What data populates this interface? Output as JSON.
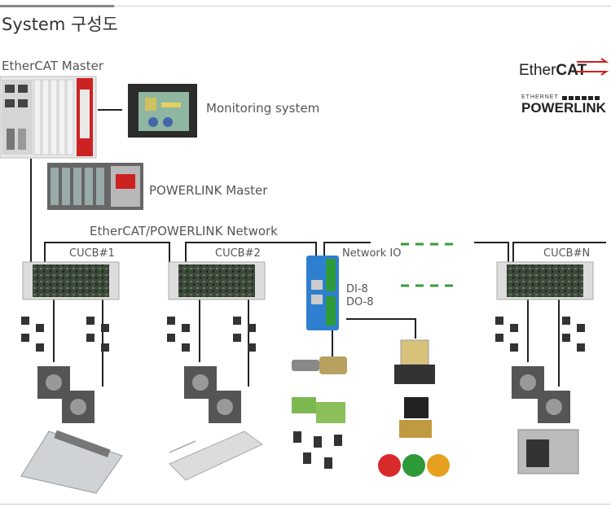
{
  "title": "System 구성도",
  "ethercat_master_label": "EtherCAT Master",
  "monitoring_label": "Monitoring system",
  "powerlink_master_label": "POWERLINK Master",
  "network_label": "EtherCAT/POWERLINK Network",
  "controllers": [
    {
      "label": "CUCB#1"
    },
    {
      "label": "CUCB#2"
    },
    {
      "label": "CUCB#N"
    }
  ],
  "network_io": {
    "label": "Network IO",
    "di": "DI-8",
    "do": "DO-8"
  },
  "logos": {
    "ethercat_prefix": "Ether",
    "ethercat_bold": "CAT",
    "powerlink_top": "ETHERNET",
    "powerlink": "POWERLINK"
  },
  "colors": {
    "network_line": "#222222",
    "dashed_link": "#3a9a3a",
    "plc_accent": "#cc2222",
    "io_module": "#2f7fd0"
  }
}
